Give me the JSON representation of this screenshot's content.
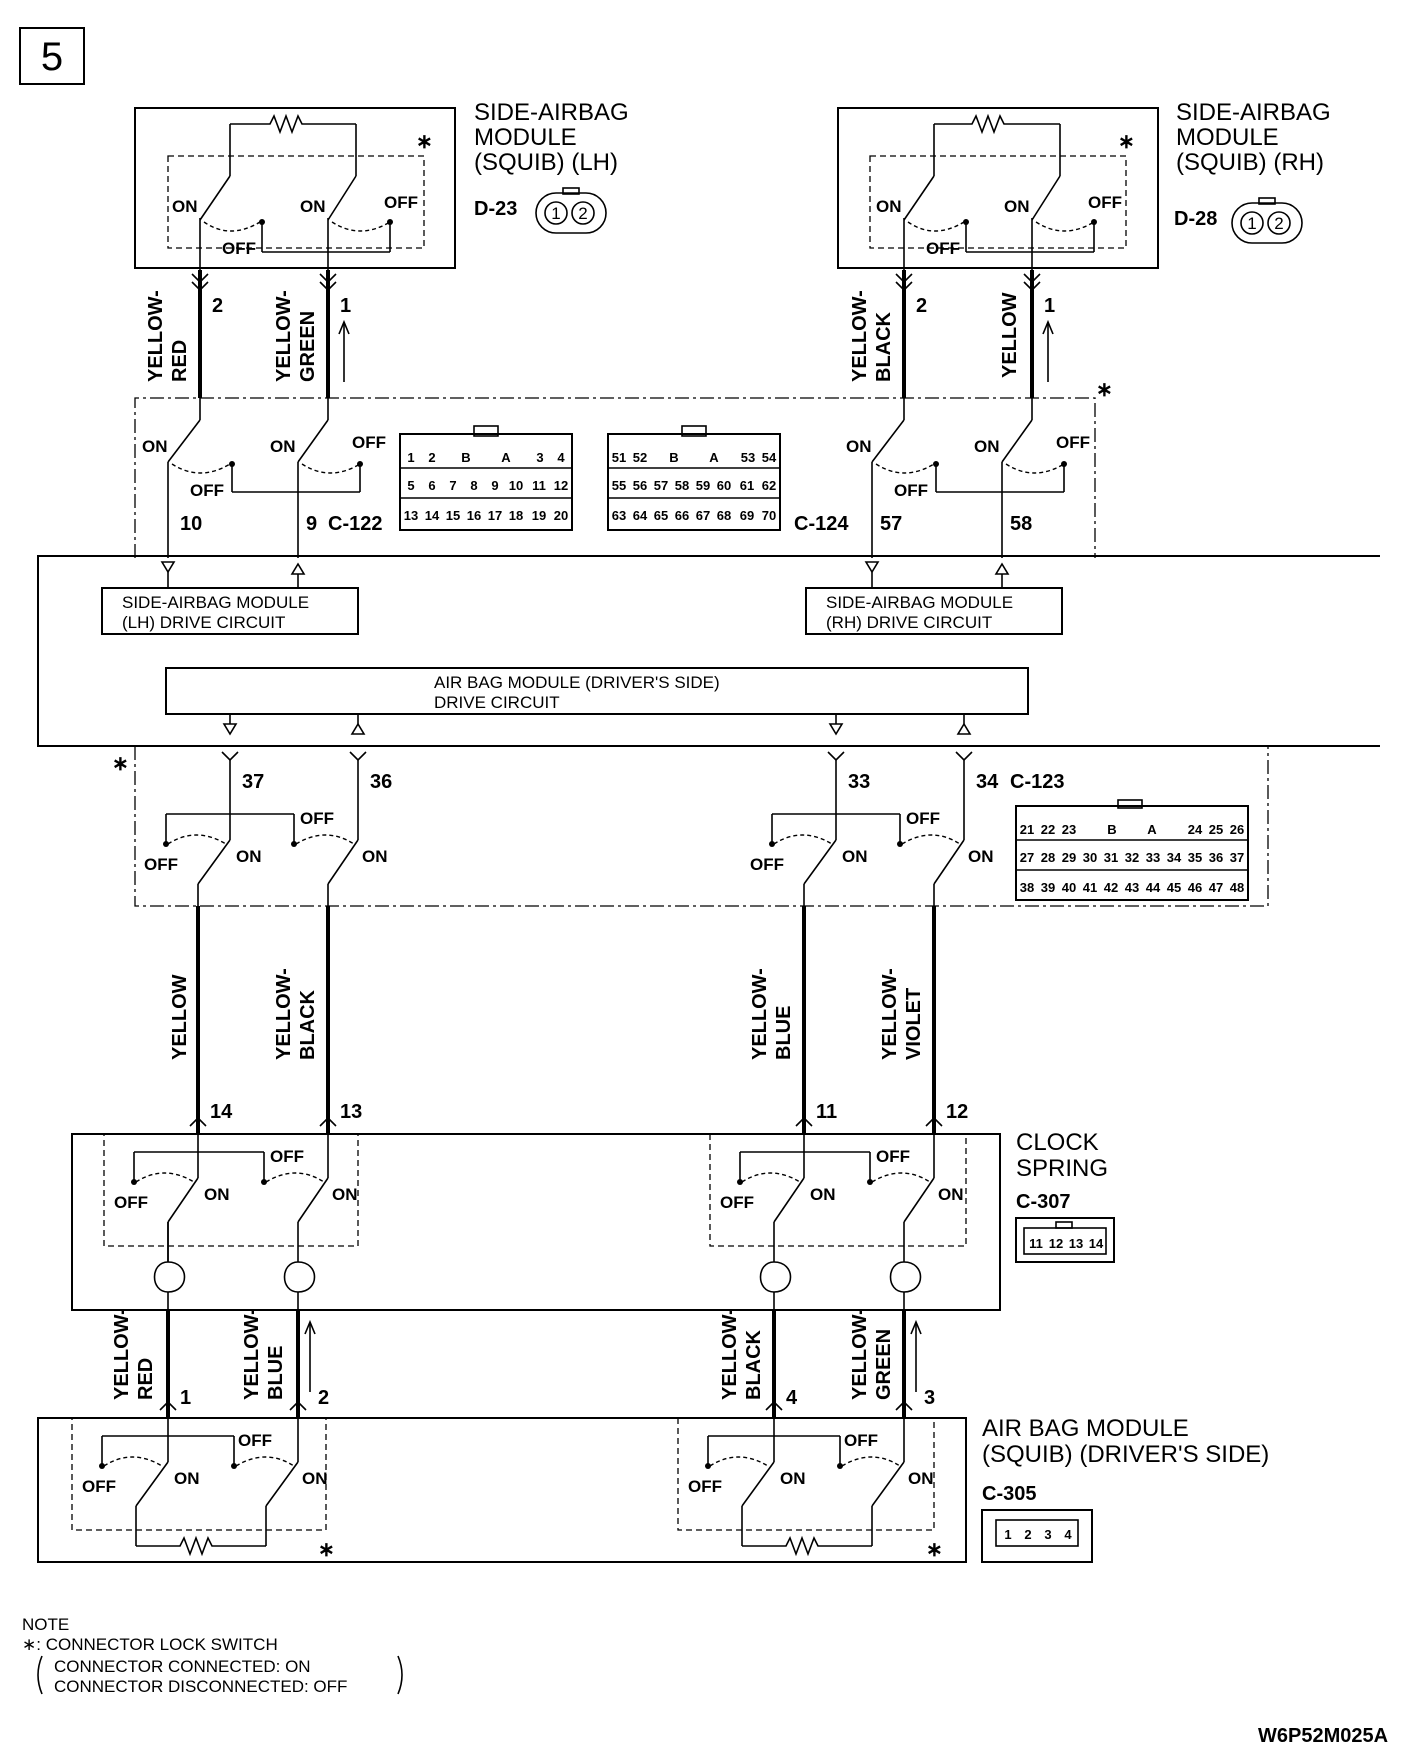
{
  "page_number": "5",
  "note": {
    "title": "NOTE",
    "line1": "∗: CONNECTOR LOCK SWITCH",
    "line2": "CONNECTOR CONNECTED: ON",
    "line3": "CONNECTOR DISCONNECTED: OFF"
  },
  "figure_code": "W6P52M025A",
  "switch_labels": {
    "on": "ON",
    "off": "OFF",
    "lock": "∗"
  },
  "modules": {
    "side_lh": {
      "line1": "SIDE-AIRBAG",
      "line2": "MODULE",
      "line3": "(SQUIB) (LH)",
      "connector": "D-23"
    },
    "side_rh": {
      "line1": "SIDE-AIRBAG",
      "line2": "MODULE",
      "line3": "(SQUIB) (RH)",
      "connector": "D-28"
    },
    "clock_spring": {
      "line1": "CLOCK",
      "line2": "SPRING",
      "connector": "C-307"
    },
    "driver": {
      "line1": "AIR BAG MODULE",
      "line2": "(SQUIB) (DRIVER'S SIDE)",
      "connector": "C-305"
    }
  },
  "srs_ecu": {
    "lh_circuit": {
      "line1": "SIDE-AIRBAG MODULE",
      "line2": "(LH) DRIVE CIRCUIT"
    },
    "rh_circuit": {
      "line1": "SIDE-AIRBAG MODULE",
      "line2": "(RH) DRIVE CIRCUIT"
    },
    "driver_circuit": {
      "line1": "AIR BAG MODULE (DRIVER'S SIDE)",
      "line2": "DRIVE CIRCUIT"
    },
    "connectors": {
      "c122": "C-122",
      "c124": "C-124",
      "c123": "C-123"
    }
  },
  "wire_colors": {
    "w1": [
      "YELLOW-",
      "RED"
    ],
    "w2": [
      "YELLOW-",
      "GREEN"
    ],
    "w3": [
      "YELLOW-",
      "BLACK"
    ],
    "w4": [
      "YELLOW"
    ],
    "w5": [
      "YELLOW"
    ],
    "w6": [
      "YELLOW-",
      "BLACK"
    ],
    "w7": [
      "YELLOW-",
      "BLUE"
    ],
    "w8": [
      "YELLOW-",
      "VIOLET"
    ],
    "w9": [
      "YELLOW-",
      "RED"
    ],
    "w10": [
      "YELLOW-",
      "BLUE"
    ],
    "w11": [
      "YELLOW-",
      "BLACK"
    ],
    "w12": [
      "YELLOW-",
      "GREEN"
    ]
  },
  "pins": {
    "lh_top": [
      "2",
      "1"
    ],
    "rh_top": [
      "2",
      "1"
    ],
    "c122": [
      "10",
      "9"
    ],
    "c124": [
      "57",
      "58"
    ],
    "c123": [
      "37",
      "36",
      "33",
      "34"
    ],
    "cs_top": [
      "14",
      "13",
      "11",
      "12"
    ],
    "drv": [
      "1",
      "2",
      "4",
      "3"
    ]
  },
  "connector_faces": {
    "c122": {
      "row1": [
        "1",
        "2",
        "B",
        "A",
        "3",
        "4"
      ],
      "row2": [
        "5",
        "6",
        "7",
        "8",
        "9",
        "10",
        "11",
        "12"
      ],
      "row3": [
        "13",
        "14",
        "15",
        "16",
        "17",
        "18",
        "19",
        "20"
      ]
    },
    "c124": {
      "row1": [
        "51",
        "52",
        "B",
        "A",
        "53",
        "54"
      ],
      "row2": [
        "55",
        "56",
        "57",
        "58",
        "59",
        "60",
        "61",
        "62"
      ],
      "row3": [
        "63",
        "64",
        "65",
        "66",
        "67",
        "68",
        "69",
        "70"
      ]
    },
    "c123": {
      "row1": [
        "21",
        "22",
        "23",
        "B",
        "A",
        "24",
        "25",
        "26"
      ],
      "row2": [
        "27",
        "28",
        "29",
        "30",
        "31",
        "32",
        "33",
        "34",
        "35",
        "36",
        "37"
      ],
      "row3": [
        "38",
        "39",
        "40",
        "41",
        "42",
        "43",
        "44",
        "45",
        "46",
        "47",
        "48"
      ]
    },
    "c307": [
      "11",
      "12",
      "13",
      "14"
    ],
    "c305": [
      "1",
      "2",
      "3",
      "4"
    ],
    "d23": [
      "1",
      "2"
    ],
    "d28": [
      "1",
      "2"
    ]
  }
}
